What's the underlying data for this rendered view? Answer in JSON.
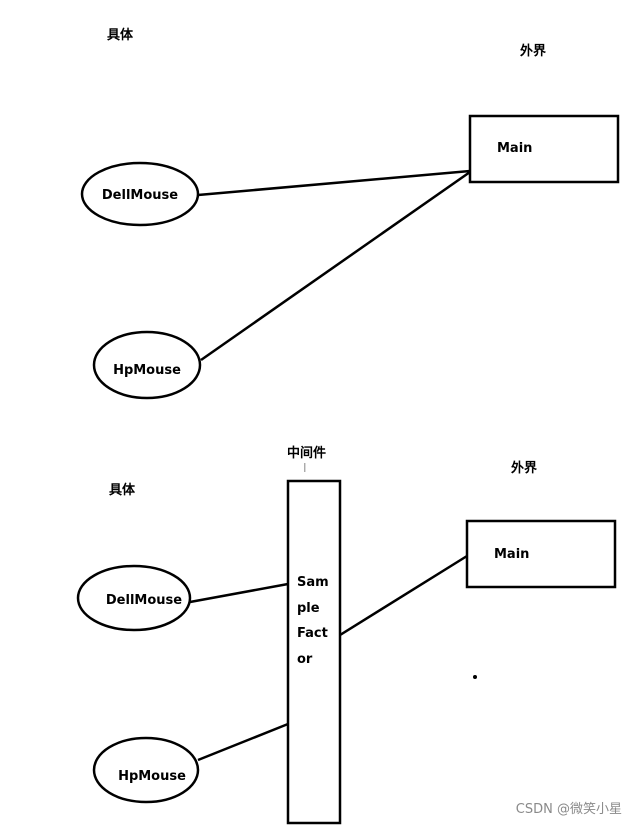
{
  "top": {
    "concrete_label": "具体",
    "outside_label": "外界",
    "main_box": "Main",
    "dell": "DellMouse",
    "hp": "HpMouse"
  },
  "bottom": {
    "concrete_label": "具体",
    "outside_label": "外界",
    "middleware_label": "中间件",
    "main_box": "Main",
    "dell": "DellMouse",
    "hp": "HpMouse",
    "factory_lines": [
      "Sam",
      "ple",
      "Fact",
      "or"
    ]
  },
  "watermark": "CSDN @微笑小星"
}
